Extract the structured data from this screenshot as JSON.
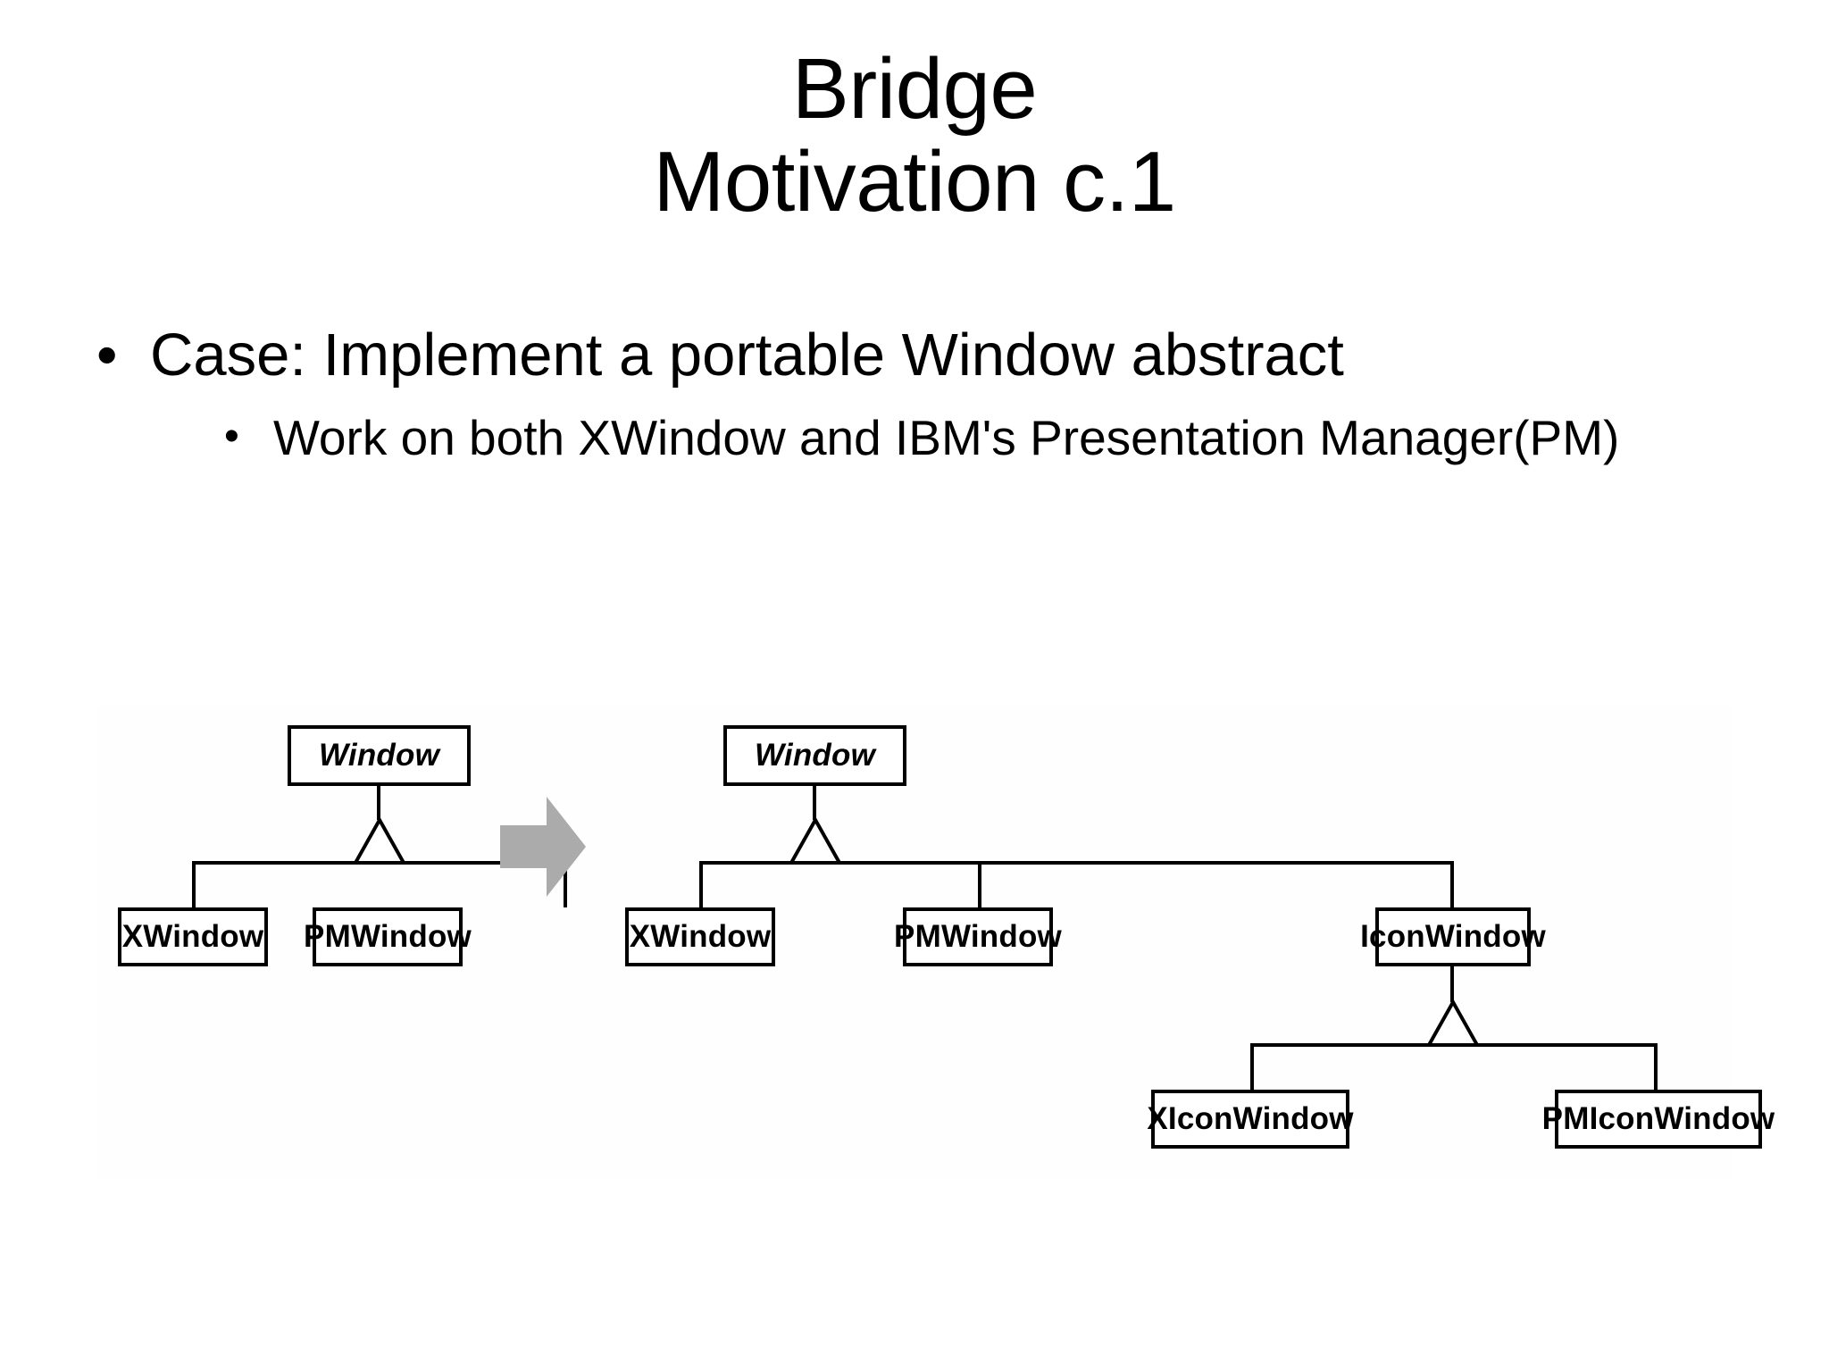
{
  "slide": {
    "title_line1": "Bridge",
    "title_line2": "Motivation c.1",
    "bullets": [
      {
        "level": 1,
        "marker": "•",
        "text": "Case: Implement a portable Window abstract"
      },
      {
        "level": 2,
        "marker": "•",
        "text": "Work on both XWindow and IBM's Presentation Manager(PM)"
      }
    ]
  },
  "diagram": {
    "transition_arrow": {
      "name": "right-arrow",
      "color": "#ababab"
    },
    "left_tree": {
      "root": "Window",
      "root_abstract": true,
      "children": [
        "XWindow",
        "PMWindow"
      ]
    },
    "right_tree": {
      "root": "Window",
      "root_abstract": true,
      "children": [
        "XWindow",
        "PMWindow",
        "IconWindow"
      ],
      "icon_children": [
        "XIconWindow",
        "PMIconWindow"
      ]
    }
  },
  "colors": {
    "background": "#ffffff",
    "text": "#000000",
    "stroke": "#000000",
    "arrow": "#ababab"
  }
}
